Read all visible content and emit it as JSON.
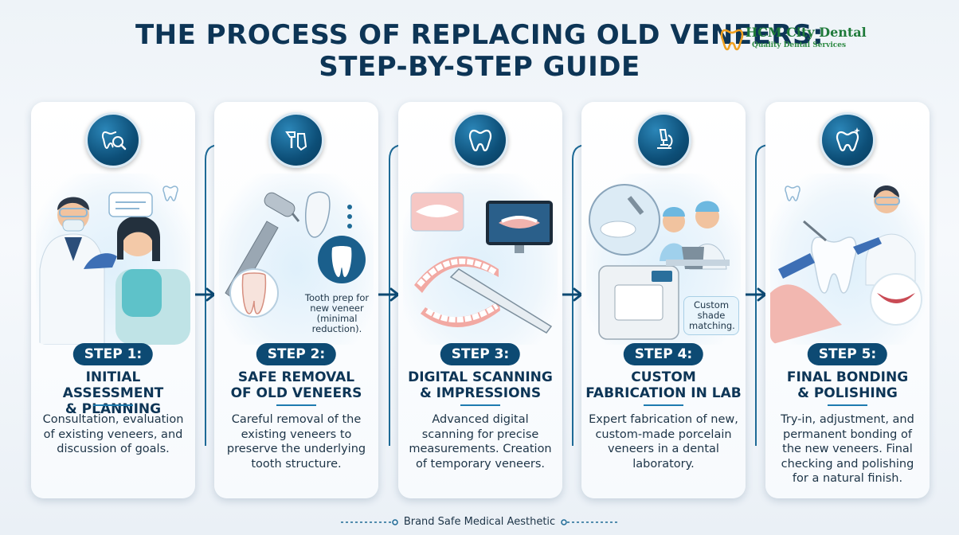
{
  "title_line1": "THE PROCESS OF REPLACING OLD VENEERS:",
  "title_line2": "STEP-BY-STEP GUIDE",
  "logo": {
    "name": "HCM City Dental",
    "tagline": "Quality Dental Services"
  },
  "steps": [
    {
      "number": "STEP 1:",
      "title_line1": "INITIAL ASSESSMENT",
      "title_line2": "& PLANNING",
      "description": "Consultation, evaluation of existing veneers, and discussion of goals.",
      "icon": "tooth-magnifier-icon"
    },
    {
      "number": "STEP 2:",
      "title_line1": "SAFE REMOVAL",
      "title_line2": "OF OLD VENEERS",
      "description": "Careful removal of the existing veneers to preserve the underlying tooth structure.",
      "callout": "Tooth prep for new veneer (minimal reduction).",
      "icon": "dental-drill-icon"
    },
    {
      "number": "STEP 3:",
      "title_line1": "DIGITAL SCANNING",
      "title_line2": "& IMPRESSIONS",
      "description": "Advanced digital scanning for precise measurements. Creation of temporary veneers.",
      "icon": "tooth-icon"
    },
    {
      "number": "STEP 4:",
      "title_line1": "CUSTOM",
      "title_line2": "FABRICATION IN LAB",
      "description": "Expert fabrication of new, custom-made porcelain veneers in a dental laboratory.",
      "callout": "Custom shade matching.",
      "icon": "microscope-icon"
    },
    {
      "number": "STEP 5:",
      "title_line1": "FINAL BONDING",
      "title_line2": "& POLISHING",
      "description": "Try-in, adjustment, and permanent bonding of the new veneers. Final checking and polishing for a natural finish.",
      "icon": "sparkling-tooth-icon"
    }
  ],
  "footer": "Brand Safe Medical Aesthetic",
  "colors": {
    "navy": "#0d3556",
    "accent": "#1e7bb0",
    "pill": "#0d4a73",
    "logo_green": "#1f7a3a"
  }
}
